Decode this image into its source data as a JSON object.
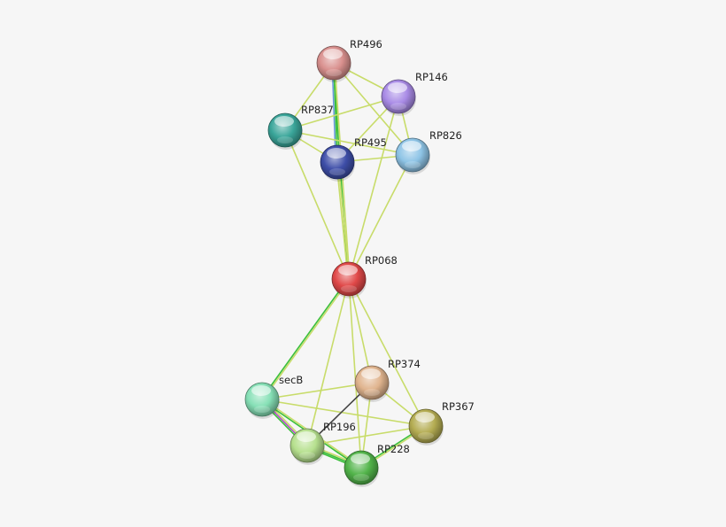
{
  "network": {
    "nodes": [
      {
        "id": "RP496",
        "label": "RP496",
        "color": "#d9908e"
      },
      {
        "id": "RP146",
        "label": "RP146",
        "color": "#a98be6"
      },
      {
        "id": "RP837",
        "label": "RP837",
        "color": "#3aa69a"
      },
      {
        "id": "RP495",
        "label": "RP495",
        "color": "#3e4ea8"
      },
      {
        "id": "RP826",
        "label": "RP826",
        "color": "#8ec4e6"
      },
      {
        "id": "RP068",
        "label": "RP068",
        "color": "#e04848"
      },
      {
        "id": "secB",
        "label": "secB",
        "color": "#86e0b6"
      },
      {
        "id": "RP374",
        "label": "RP374",
        "color": "#e0b48e"
      },
      {
        "id": "RP367",
        "label": "RP367",
        "color": "#b4ac52"
      },
      {
        "id": "RP196",
        "label": "RP196",
        "color": "#b6e08e"
      },
      {
        "id": "RP228",
        "label": "RP228",
        "color": "#52b44a"
      }
    ],
    "edges": [
      {
        "from": "RP496",
        "to": "RP146",
        "colors": [
          "#c8dc6a"
        ]
      },
      {
        "from": "RP496",
        "to": "RP837",
        "colors": [
          "#c8dc6a"
        ]
      },
      {
        "from": "RP496",
        "to": "RP495",
        "colors": [
          "#c8dc6a",
          "#3cbf3c",
          "#6a9ad8"
        ]
      },
      {
        "from": "RP496",
        "to": "RP826",
        "colors": [
          "#c8dc6a"
        ]
      },
      {
        "from": "RP496",
        "to": "RP068",
        "colors": [
          "#c8dc6a",
          "#3cbf3c"
        ]
      },
      {
        "from": "RP146",
        "to": "RP837",
        "colors": [
          "#c8dc6a"
        ]
      },
      {
        "from": "RP146",
        "to": "RP495",
        "colors": [
          "#c8dc6a"
        ]
      },
      {
        "from": "RP146",
        "to": "RP826",
        "colors": [
          "#c8dc6a"
        ]
      },
      {
        "from": "RP146",
        "to": "RP068",
        "colors": [
          "#c8dc6a"
        ]
      },
      {
        "from": "RP837",
        "to": "RP495",
        "colors": [
          "#c8dc6a"
        ]
      },
      {
        "from": "RP837",
        "to": "RP826",
        "colors": [
          "#c8dc6a"
        ]
      },
      {
        "from": "RP837",
        "to": "RP068",
        "colors": [
          "#c8dc6a"
        ]
      },
      {
        "from": "RP495",
        "to": "RP826",
        "colors": [
          "#c8dc6a"
        ]
      },
      {
        "from": "RP495",
        "to": "RP068",
        "colors": [
          "#c8dc6a",
          "#c8dc6a"
        ]
      },
      {
        "from": "RP826",
        "to": "RP068",
        "colors": [
          "#c8dc6a"
        ]
      },
      {
        "from": "RP068",
        "to": "secB",
        "colors": [
          "#c8dc6a",
          "#3cbf3c"
        ]
      },
      {
        "from": "RP068",
        "to": "RP374",
        "colors": [
          "#c8dc6a"
        ]
      },
      {
        "from": "RP068",
        "to": "RP367",
        "colors": [
          "#c8dc6a"
        ]
      },
      {
        "from": "RP068",
        "to": "RP196",
        "colors": [
          "#c8dc6a"
        ]
      },
      {
        "from": "RP068",
        "to": "RP228",
        "colors": [
          "#c8dc6a"
        ]
      },
      {
        "from": "secB",
        "to": "RP374",
        "colors": [
          "#c8dc6a"
        ]
      },
      {
        "from": "secB",
        "to": "RP367",
        "colors": [
          "#c8dc6a"
        ]
      },
      {
        "from": "secB",
        "to": "RP196",
        "colors": [
          "#c8dc6a",
          "#b04cc8",
          "#3cbf3c"
        ]
      },
      {
        "from": "secB",
        "to": "RP228",
        "colors": [
          "#c8dc6a",
          "#3cbf3c"
        ]
      },
      {
        "from": "RP374",
        "to": "RP196",
        "colors": [
          "#444444"
        ]
      },
      {
        "from": "RP374",
        "to": "RP228",
        "colors": [
          "#c8dc6a"
        ]
      },
      {
        "from": "RP374",
        "to": "RP367",
        "colors": [
          "#c8dc6a"
        ]
      },
      {
        "from": "RP367",
        "to": "RP196",
        "colors": [
          "#c8dc6a"
        ]
      },
      {
        "from": "RP367",
        "to": "RP228",
        "colors": [
          "#c8dc6a",
          "#3cbf3c"
        ]
      },
      {
        "from": "RP196",
        "to": "RP228",
        "colors": [
          "#c8dc6a",
          "#3cbf3c",
          "#3cbf3c"
        ]
      }
    ]
  }
}
